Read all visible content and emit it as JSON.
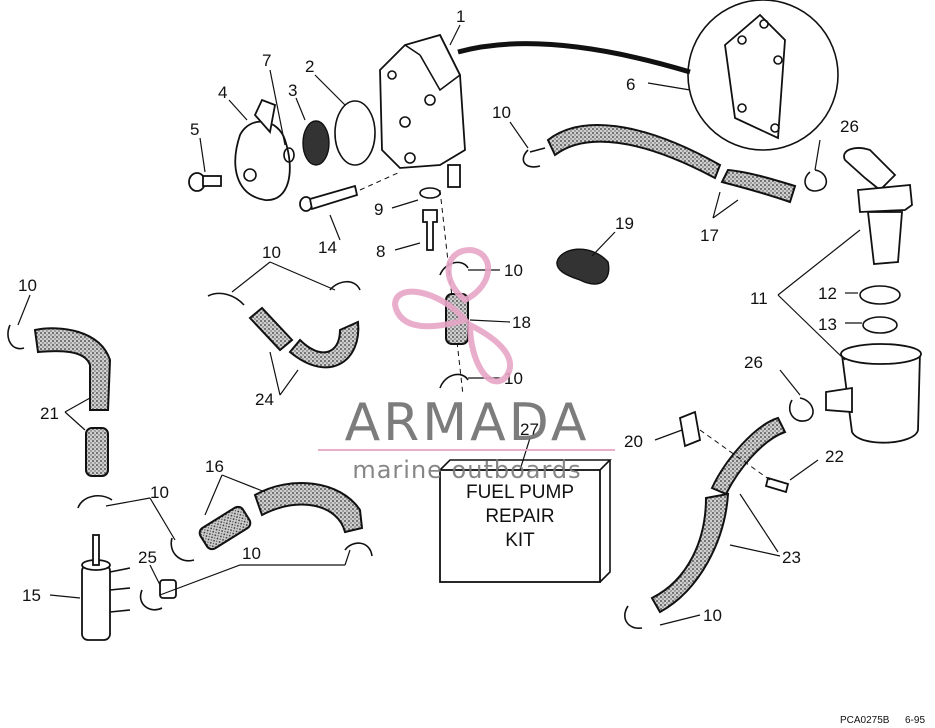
{
  "callouts": [
    "1",
    "2",
    "3",
    "4",
    "5",
    "6",
    "7",
    "8",
    "9",
    "10",
    "11",
    "12",
    "13",
    "14",
    "15",
    "16",
    "17",
    "18",
    "19",
    "20",
    "21",
    "22",
    "23",
    "24",
    "25",
    "26",
    "27"
  ],
  "kit_label": [
    "FUEL PUMP",
    "REPAIR",
    "KIT"
  ],
  "watermark": {
    "brand": "ARMADA",
    "tagline": "marine outboards",
    "colors": {
      "text": "#6e6e6e",
      "propeller": "#e8a6c8"
    }
  },
  "footer": {
    "code": "PCA0275B",
    "date": "6-95"
  }
}
